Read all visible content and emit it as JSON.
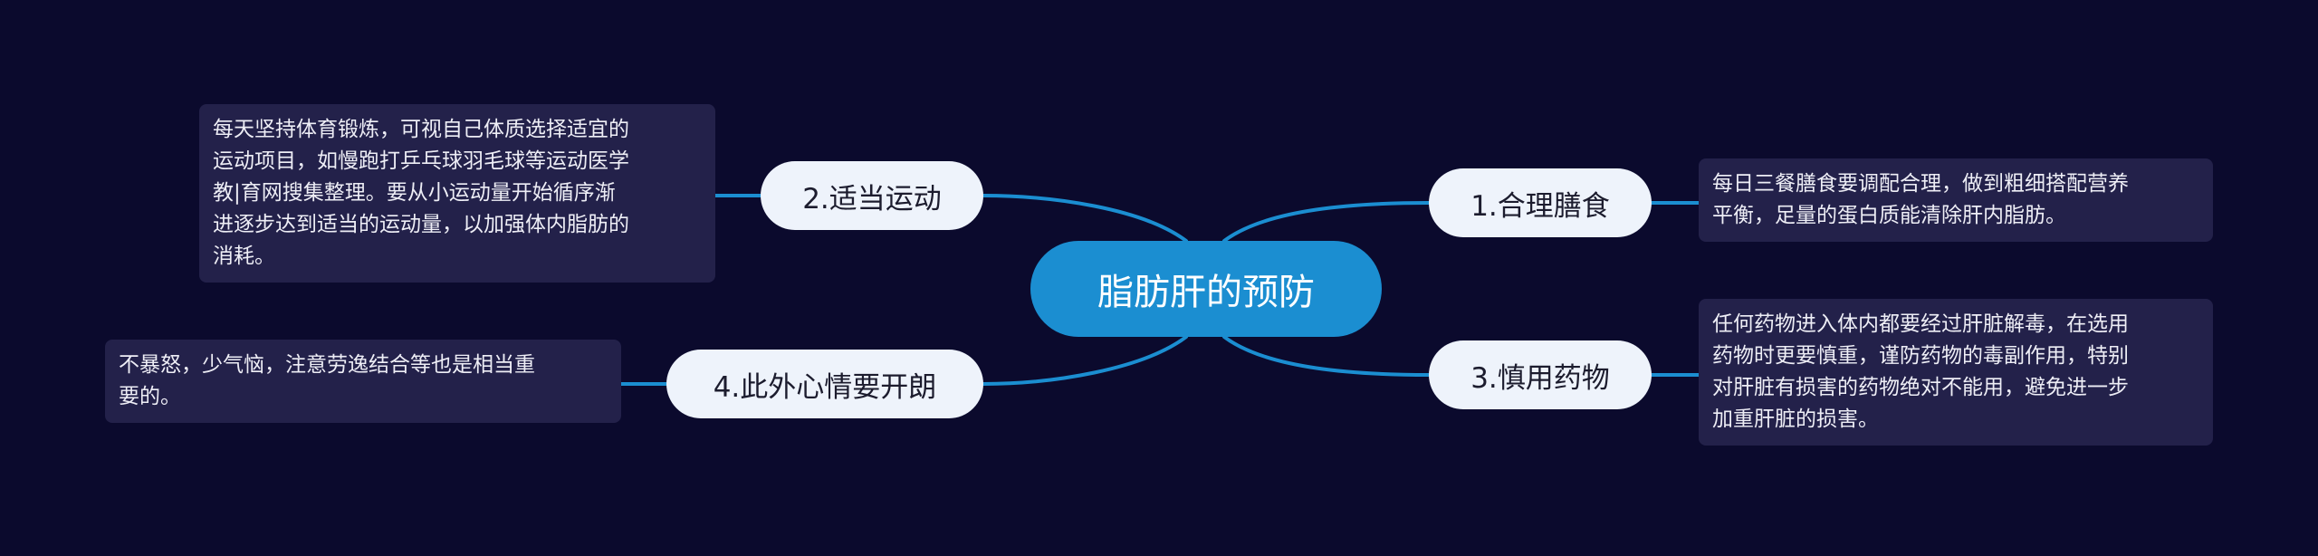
{
  "colors": {
    "background": "#0b0a2d",
    "center_fill": "#1b8ed1",
    "branch_fill": "#eef3fb",
    "note_fill": "#23214a",
    "connector": "#1b8ed1"
  },
  "mindmap": {
    "center": "脂肪肝的预防",
    "branches": [
      {
        "label": "1.合理膳食",
        "note": "每日三餐膳食要调配合理，做到粗细搭配营养\n平衡，足量的蛋白质能清除肝内脂肪。"
      },
      {
        "label": "2.适当运动",
        "note": "每天坚持体育锻炼，可视自己体质选择适宜的\n运动项目，如慢跑打乒乓球羽毛球等运动医学\n教|育网搜集整理。要从小运动量开始循序渐\n进逐步达到适当的运动量，以加强体内脂肪的\n消耗。"
      },
      {
        "label": "3.慎用药物",
        "note": "任何药物进入体内都要经过肝脏解毒，在选用\n药物时更要慎重，谨防药物的毒副作用，特别\n对肝脏有损害的药物绝对不能用，避免进一步\n加重肝脏的损害。"
      },
      {
        "label": "4.此外心情要开朗",
        "note": "不暴怒，少气恼，注意劳逸结合等也是相当重\n要的。"
      }
    ]
  }
}
